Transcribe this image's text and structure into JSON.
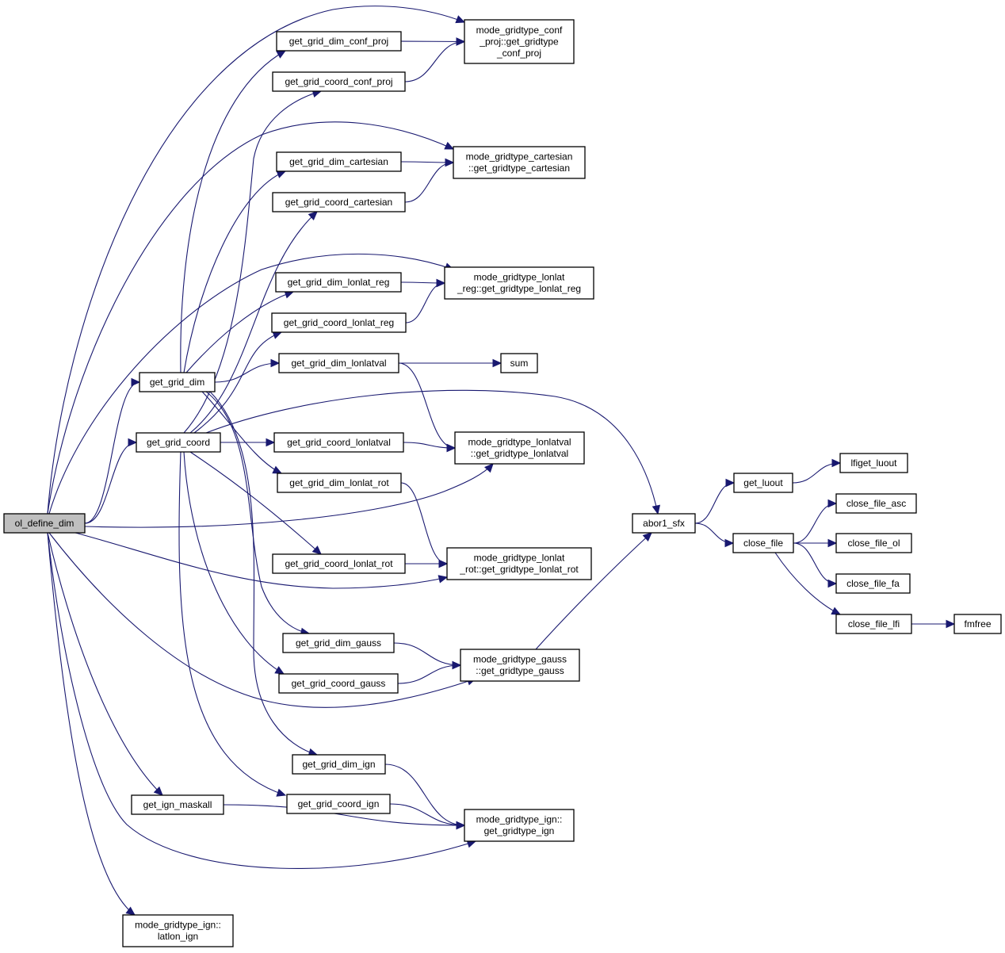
{
  "graph": {
    "root": "ol_define_dim",
    "colors": {
      "edge": "#191970",
      "root_fill": "#bfbfbf",
      "node_fill": "#ffffff",
      "border": "#000000"
    },
    "nodes": [
      {
        "id": "ol_define_dim",
        "lines": [
          "ol_define_dim"
        ]
      },
      {
        "id": "get_grid_dim",
        "lines": [
          "get_grid_dim"
        ]
      },
      {
        "id": "get_grid_coord",
        "lines": [
          "get_grid_coord"
        ]
      },
      {
        "id": "get_ign_maskall",
        "lines": [
          "get_ign_maskall"
        ]
      },
      {
        "id": "latlon_ign",
        "lines": [
          "mode_gridtype_ign::",
          "latlon_ign"
        ]
      },
      {
        "id": "get_grid_dim_conf_proj",
        "lines": [
          "get_grid_dim_conf_proj"
        ]
      },
      {
        "id": "get_grid_coord_conf_proj",
        "lines": [
          "get_grid_coord_conf_proj"
        ]
      },
      {
        "id": "get_grid_dim_cartesian",
        "lines": [
          "get_grid_dim_cartesian"
        ]
      },
      {
        "id": "get_grid_coord_cartesian",
        "lines": [
          "get_grid_coord_cartesian"
        ]
      },
      {
        "id": "get_grid_dim_lonlat_reg",
        "lines": [
          "get_grid_dim_lonlat_reg"
        ]
      },
      {
        "id": "get_grid_coord_lonlat_reg",
        "lines": [
          "get_grid_coord_lonlat_reg"
        ]
      },
      {
        "id": "get_grid_dim_lonlatval",
        "lines": [
          "get_grid_dim_lonlatval"
        ]
      },
      {
        "id": "get_grid_coord_lonlatval",
        "lines": [
          "get_grid_coord_lonlatval"
        ]
      },
      {
        "id": "get_grid_dim_lonlat_rot",
        "lines": [
          "get_grid_dim_lonlat_rot"
        ]
      },
      {
        "id": "get_grid_coord_lonlat_rot",
        "lines": [
          "get_grid_coord_lonlat_rot"
        ]
      },
      {
        "id": "get_grid_dim_gauss",
        "lines": [
          "get_grid_dim_gauss"
        ]
      },
      {
        "id": "get_grid_coord_gauss",
        "lines": [
          "get_grid_coord_gauss"
        ]
      },
      {
        "id": "get_grid_dim_ign",
        "lines": [
          "get_grid_dim_ign"
        ]
      },
      {
        "id": "get_grid_coord_ign",
        "lines": [
          "get_grid_coord_ign"
        ]
      },
      {
        "id": "gt_conf_proj",
        "lines": [
          "mode_gridtype_conf",
          "_proj::get_gridtype",
          "_conf_proj"
        ]
      },
      {
        "id": "gt_cartesian",
        "lines": [
          "mode_gridtype_cartesian",
          "::get_gridtype_cartesian"
        ]
      },
      {
        "id": "gt_lonlat_reg",
        "lines": [
          "mode_gridtype_lonlat",
          "_reg::get_gridtype_lonlat_reg"
        ]
      },
      {
        "id": "sum",
        "lines": [
          "sum"
        ]
      },
      {
        "id": "gt_lonlatval",
        "lines": [
          "mode_gridtype_lonlatval",
          "::get_gridtype_lonlatval"
        ]
      },
      {
        "id": "gt_lonlat_rot",
        "lines": [
          "mode_gridtype_lonlat",
          "_rot::get_gridtype_lonlat_rot"
        ]
      },
      {
        "id": "gt_gauss",
        "lines": [
          "mode_gridtype_gauss",
          "::get_gridtype_gauss"
        ]
      },
      {
        "id": "gt_ign",
        "lines": [
          "mode_gridtype_ign::",
          "get_gridtype_ign"
        ]
      },
      {
        "id": "abor1_sfx",
        "lines": [
          "abor1_sfx"
        ]
      },
      {
        "id": "get_luout",
        "lines": [
          "get_luout"
        ]
      },
      {
        "id": "lfiget_luout",
        "lines": [
          "lfiget_luout"
        ]
      },
      {
        "id": "close_file",
        "lines": [
          "close_file"
        ]
      },
      {
        "id": "close_file_asc",
        "lines": [
          "close_file_asc"
        ]
      },
      {
        "id": "close_file_ol",
        "lines": [
          "close_file_ol"
        ]
      },
      {
        "id": "close_file_fa",
        "lines": [
          "close_file_fa"
        ]
      },
      {
        "id": "close_file_lfi",
        "lines": [
          "close_file_lfi"
        ]
      },
      {
        "id": "fmfree",
        "lines": [
          "fmfree"
        ]
      }
    ],
    "edges": [
      [
        "ol_define_dim",
        "gt_conf_proj"
      ],
      [
        "ol_define_dim",
        "gt_cartesian"
      ],
      [
        "ol_define_dim",
        "gt_lonlat_reg"
      ],
      [
        "ol_define_dim",
        "get_grid_dim"
      ],
      [
        "ol_define_dim",
        "get_grid_coord"
      ],
      [
        "ol_define_dim",
        "gt_lonlatval"
      ],
      [
        "ol_define_dim",
        "gt_lonlat_rot"
      ],
      [
        "ol_define_dim",
        "gt_gauss"
      ],
      [
        "ol_define_dim",
        "get_ign_maskall"
      ],
      [
        "ol_define_dim",
        "gt_ign"
      ],
      [
        "ol_define_dim",
        "latlon_ign"
      ],
      [
        "get_grid_dim",
        "get_grid_dim_conf_proj"
      ],
      [
        "get_grid_dim",
        "get_grid_dim_cartesian"
      ],
      [
        "get_grid_dim",
        "get_grid_dim_lonlat_reg"
      ],
      [
        "get_grid_dim",
        "get_grid_dim_lonlatval"
      ],
      [
        "get_grid_dim",
        "get_grid_dim_lonlat_rot"
      ],
      [
        "get_grid_dim",
        "get_grid_dim_gauss"
      ],
      [
        "get_grid_dim",
        "get_grid_dim_ign"
      ],
      [
        "get_grid_coord",
        "get_grid_coord_conf_proj"
      ],
      [
        "get_grid_coord",
        "get_grid_coord_cartesian"
      ],
      [
        "get_grid_coord",
        "get_grid_coord_lonlat_reg"
      ],
      [
        "get_grid_coord",
        "get_grid_coord_lonlatval"
      ],
      [
        "get_grid_coord",
        "get_grid_coord_lonlat_rot"
      ],
      [
        "get_grid_coord",
        "get_grid_coord_gauss"
      ],
      [
        "get_grid_coord",
        "get_grid_coord_ign"
      ],
      [
        "get_grid_coord",
        "abor1_sfx"
      ],
      [
        "get_grid_dim_conf_proj",
        "gt_conf_proj"
      ],
      [
        "get_grid_coord_conf_proj",
        "gt_conf_proj"
      ],
      [
        "get_grid_dim_cartesian",
        "gt_cartesian"
      ],
      [
        "get_grid_coord_cartesian",
        "gt_cartesian"
      ],
      [
        "get_grid_dim_lonlat_reg",
        "gt_lonlat_reg"
      ],
      [
        "get_grid_coord_lonlat_reg",
        "gt_lonlat_reg"
      ],
      [
        "get_grid_dim_lonlatval",
        "sum"
      ],
      [
        "get_grid_dim_lonlatval",
        "gt_lonlatval"
      ],
      [
        "get_grid_coord_lonlatval",
        "gt_lonlatval"
      ],
      [
        "get_grid_dim_lonlat_rot",
        "gt_lonlat_rot"
      ],
      [
        "get_grid_coord_lonlat_rot",
        "gt_lonlat_rot"
      ],
      [
        "get_grid_dim_gauss",
        "gt_gauss"
      ],
      [
        "get_grid_coord_gauss",
        "gt_gauss"
      ],
      [
        "get_grid_dim_ign",
        "gt_ign"
      ],
      [
        "get_grid_coord_ign",
        "gt_ign"
      ],
      [
        "get_ign_maskall",
        "gt_ign"
      ],
      [
        "gt_gauss",
        "abor1_sfx"
      ],
      [
        "abor1_sfx",
        "get_luout"
      ],
      [
        "abor1_sfx",
        "close_file"
      ],
      [
        "get_luout",
        "lfiget_luout"
      ],
      [
        "close_file",
        "close_file_asc"
      ],
      [
        "close_file",
        "close_file_ol"
      ],
      [
        "close_file",
        "close_file_fa"
      ],
      [
        "close_file",
        "close_file_lfi"
      ],
      [
        "close_file_lfi",
        "fmfree"
      ]
    ]
  }
}
